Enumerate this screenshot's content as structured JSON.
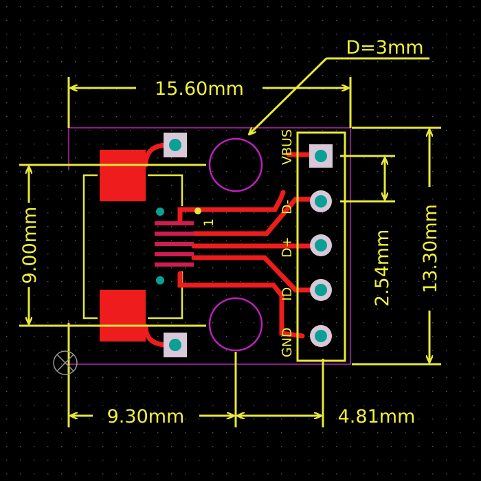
{
  "dimensions": {
    "width": "15.60mm",
    "height": "13.30mm",
    "connector_width": "9.00mm",
    "pin_pitch": "2.54mm",
    "hole_offset": "9.30mm",
    "header_offset": "4.81mm",
    "hole_diameter": "D=3mm"
  },
  "pins": [
    "VBUS",
    "D-",
    "D+",
    "ID",
    "GND"
  ],
  "pin1_marker": "1",
  "colors": {
    "background": "#000000",
    "silkscreen": "#f2f23a",
    "copper": "#ee1c1c",
    "board_outline": "#8a1e8a",
    "hole_outline": "#c020c0",
    "via": "#0aa095",
    "pad": "#d8c8d8"
  }
}
